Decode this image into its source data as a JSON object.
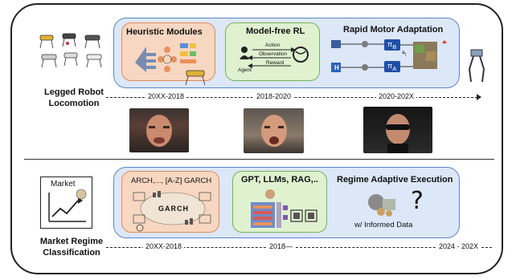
{
  "top": {
    "side_label": [
      "Legged Robot",
      "Locomotion"
    ],
    "heuristic": {
      "title": "Heuristic Modules"
    },
    "model_free": {
      "title": "Model-free RL",
      "action": "Action",
      "observation": "Observation",
      "reward": "Reward",
      "agent": "Agent"
    },
    "rma": {
      "title": "Rapid Motor Adaptation",
      "pi_top": "π",
      "pi_top_sub": "B",
      "pi_bottom": "π",
      "pi_bottom_sub": "A",
      "h_label": "H",
      "at": "a",
      "at_sub": "t"
    },
    "timeline": [
      "20XX-2018",
      "2018-2020",
      "2020-202X"
    ]
  },
  "bottom": {
    "side_label": [
      "Market Regime",
      "Classification"
    ],
    "market_icon_label": "Market",
    "garch": {
      "title": "ARCH,..., [A-Z] GARCH",
      "center": "GARCH"
    },
    "gpt": {
      "title": "GPT, LLMs, RAG,.."
    },
    "regime": {
      "title": "Regime Adaptive Execution",
      "note": "w/ Informed Data",
      "question": "?"
    },
    "timeline": [
      "20XX-2018",
      "2018—",
      "2024 - 202X"
    ]
  },
  "colors": {
    "panel_bg": "#dce7f7",
    "panel_border": "#5a86c8",
    "orange_bg": "#f7d7c1",
    "green_bg": "#dff1cf"
  }
}
